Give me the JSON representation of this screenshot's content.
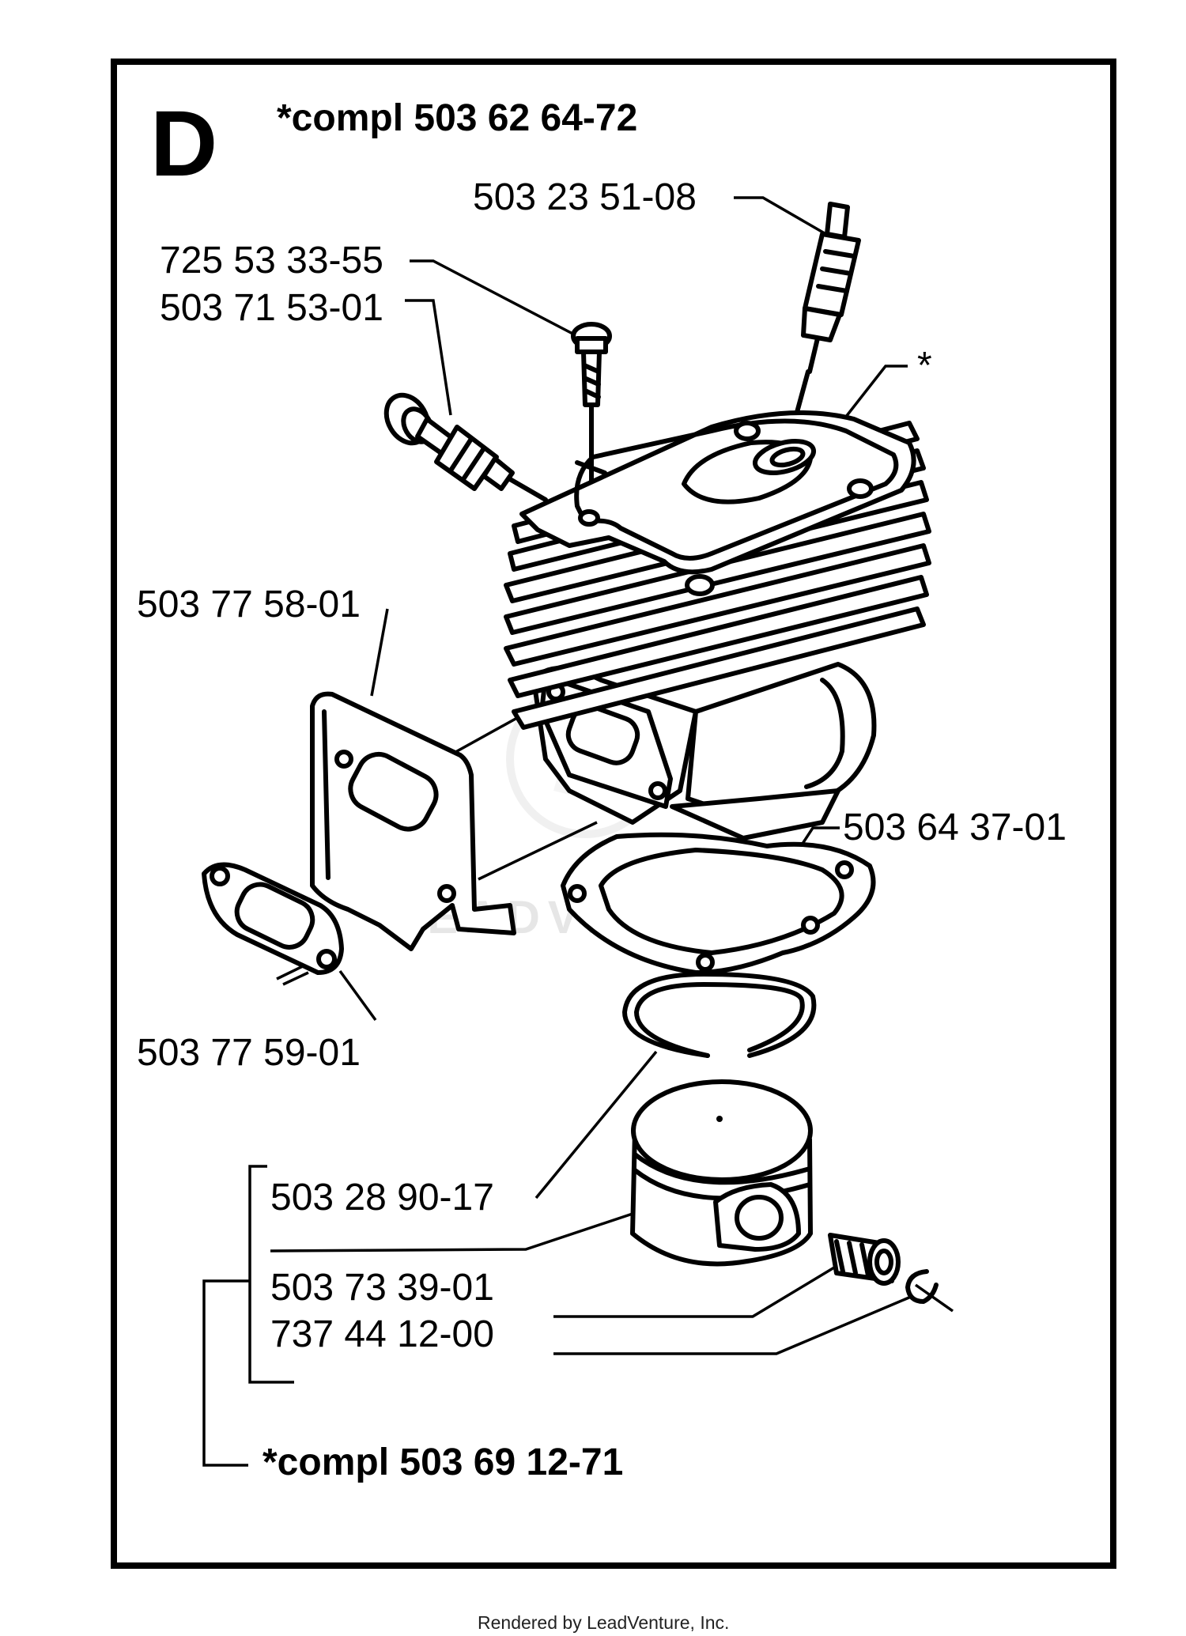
{
  "diagram": {
    "section_letter": "D",
    "header_label": "*compl 503 62 64-72",
    "footer_label": "*compl 503 69 12-71",
    "watermark": "LEADVENTURE",
    "rendered_by": "Rendered by LeadVenture, Inc.",
    "part_numbers": {
      "spark_plug": "503 23 51-08",
      "screw": "725 53 33-55",
      "decompression_valve": "503 71 53-01",
      "cylinder_marker": "*",
      "muffler_gasket_plate": "503 77 58-01",
      "exhaust_gasket": "503 77 59-01",
      "cylinder_base_gasket": "503 64 37-01",
      "piston_ring": "503 28 90-17",
      "needle_bearing": "503 73 39-01",
      "circlip": "737 44 12-00"
    }
  }
}
